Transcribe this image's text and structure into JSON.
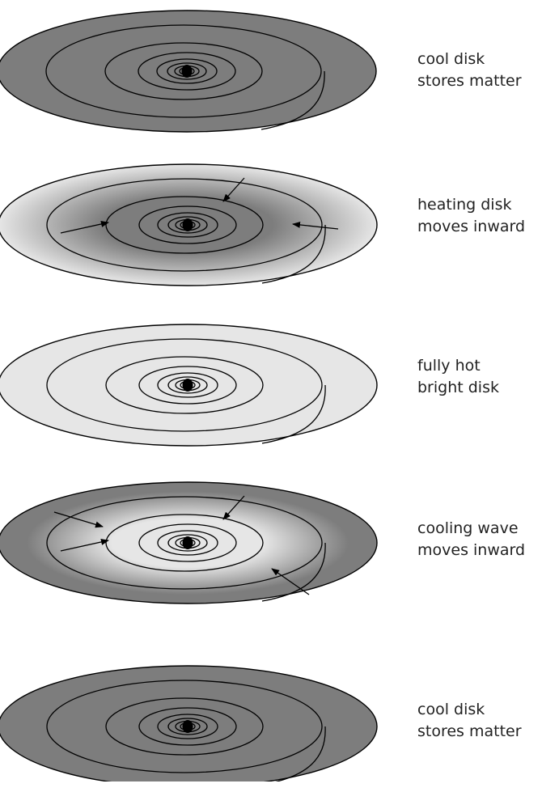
{
  "panels": [
    {
      "caption_line1": "cool disk",
      "caption_line2": "stores matter",
      "fill": "uniform-dark",
      "arrows": []
    },
    {
      "caption_line1": "heating disk",
      "caption_line2": "moves inward",
      "fill": "dark-center-light-edge",
      "arrows": [
        "inward-left",
        "inward-top-right",
        "inward-right"
      ]
    },
    {
      "caption_line1": "fully hot",
      "caption_line2": "bright disk",
      "fill": "uniform-light",
      "arrows": []
    },
    {
      "caption_line1": "cooling wave",
      "caption_line2": "moves inward",
      "fill": "light-center-dark-edge",
      "arrows": [
        "inward-top-left",
        "inward-left",
        "inward-top-right",
        "inward-bottom-right"
      ]
    },
    {
      "caption_line1": "cool disk",
      "caption_line2": "stores matter",
      "fill": "uniform-dark",
      "arrows": []
    }
  ],
  "colors": {
    "dark": "#7d7d7d",
    "light": "#e6e6e6",
    "line": "#000000",
    "caption": "#222222"
  }
}
